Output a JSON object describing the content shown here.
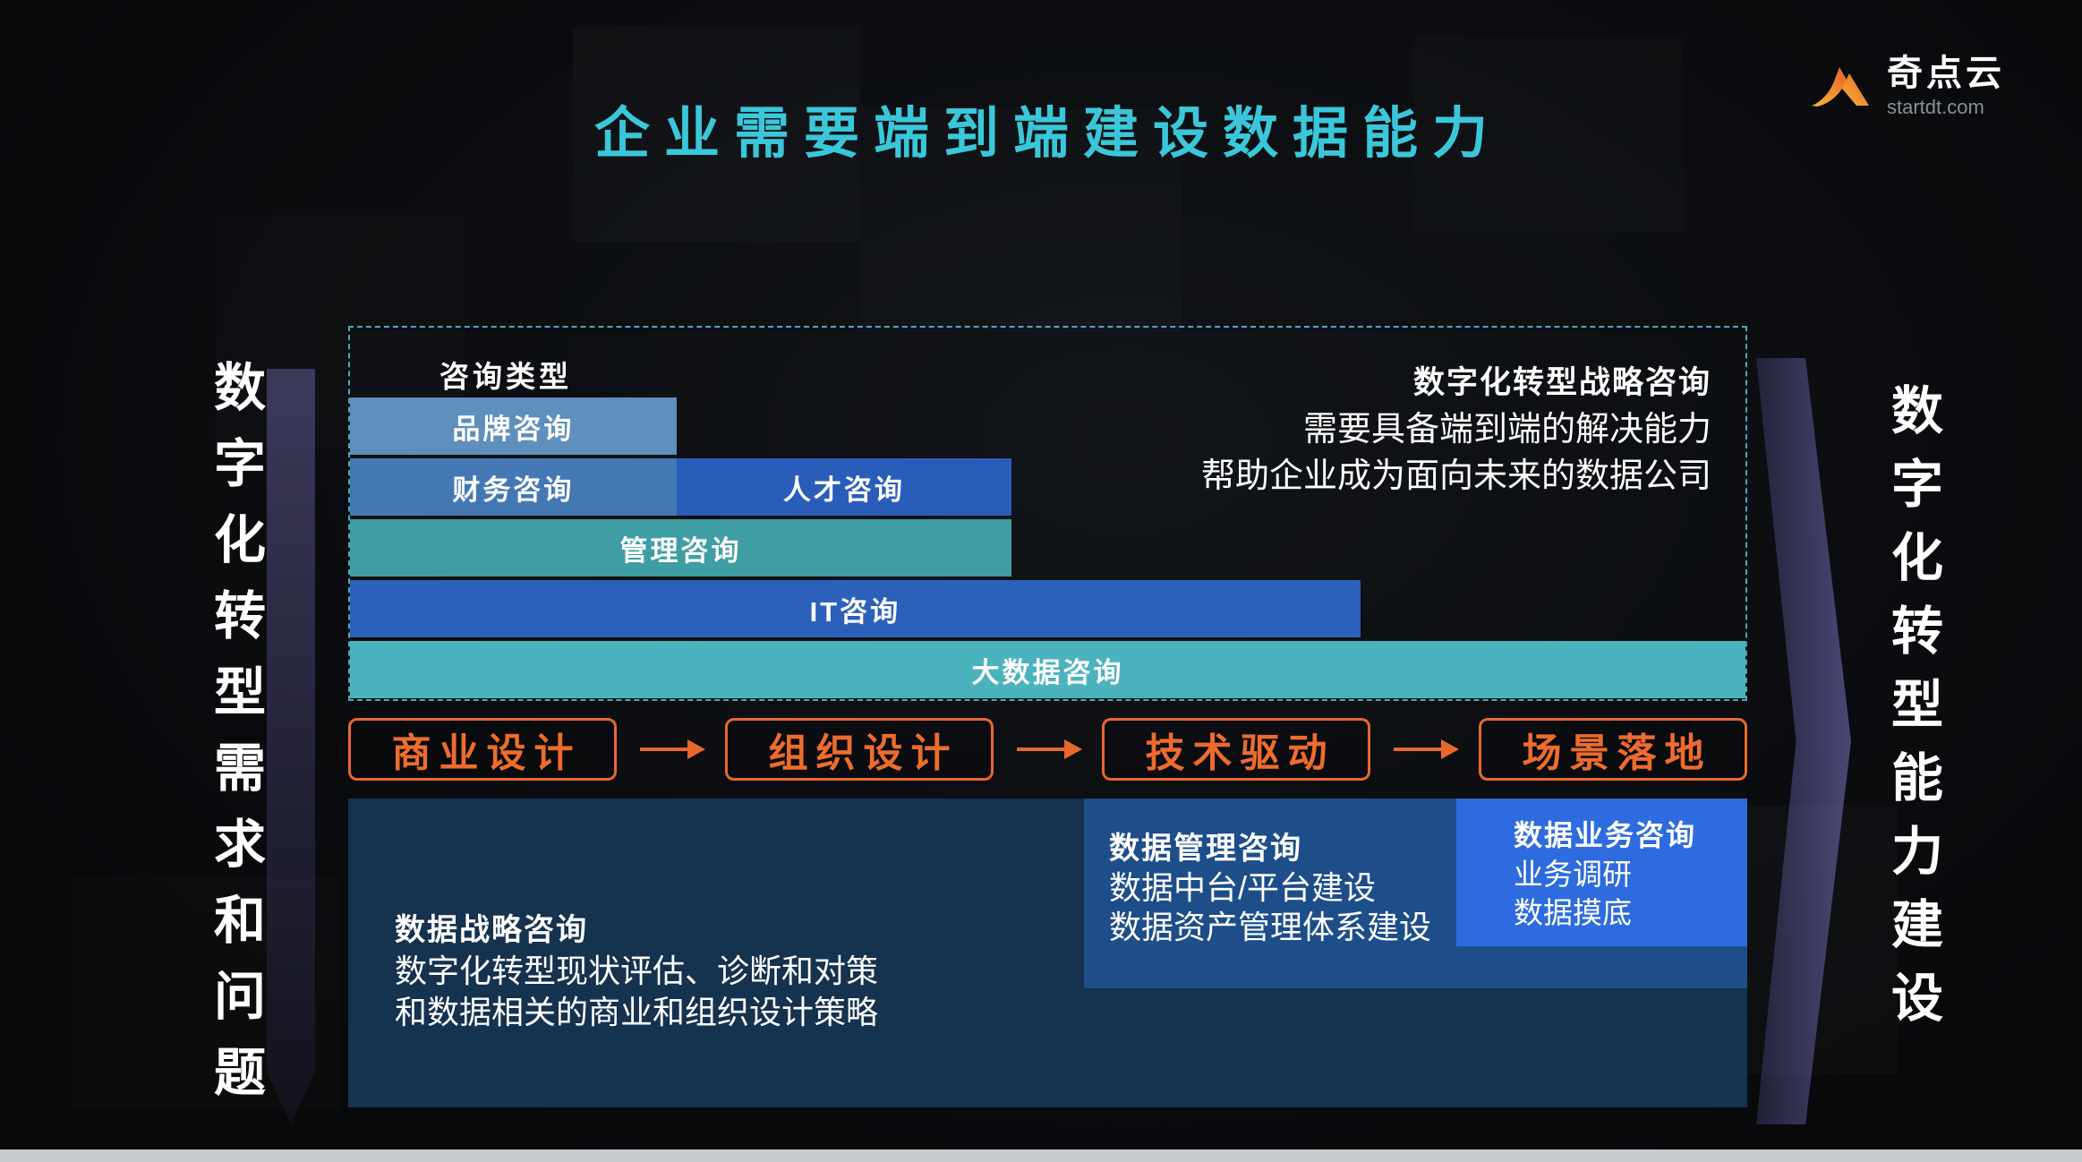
{
  "header": {
    "title": "企业需要端到端建设数据能力"
  },
  "logo": {
    "name": "奇点云",
    "domain": "startdt.com"
  },
  "banners": {
    "left": "数字化转型需求和问题",
    "right": "数字化转型能力建设"
  },
  "consulting": {
    "label": "咨询类型",
    "rows": [
      {
        "bars": [
          {
            "label": "品牌咨询",
            "style": "width:23.4%;background:#5F8FBC"
          }
        ]
      },
      {
        "bars": [
          {
            "label": "财务咨询",
            "style": "width:23.4%;background:#4378B4"
          },
          {
            "label": "人才咨询",
            "style": "width:24.0%;background:#2A5CB9"
          }
        ]
      },
      {
        "bars": [
          {
            "label": "管理咨询",
            "style": "width:47.4%;background:#3E9EA3"
          }
        ]
      },
      {
        "bars": [
          {
            "label": "IT咨询",
            "style": "width:72.4%;background:#2B61BB"
          }
        ]
      },
      {
        "bars": [
          {
            "label": "大数据咨询",
            "style": "width:100%;background:#4BB3BE"
          }
        ]
      }
    ],
    "note": {
      "title": "数字化转型战略咨询",
      "line1": "需要具备端到端的解决能力",
      "line2": "帮助企业成为面向未来的数据公司"
    }
  },
  "steps": {
    "items": [
      {
        "label": "商业设计"
      },
      {
        "label": "组织设计"
      },
      {
        "label": "技术驱动"
      },
      {
        "label": "场景落地"
      }
    ]
  },
  "bottom": {
    "strategy": {
      "title": "数据战略咨询",
      "line1": "数字化转型现状评估、诊断和对策",
      "line2": "和数据相关的商业和组织设计策略"
    },
    "management": {
      "title": "数据管理咨询",
      "line1": "数据中台/平台建设",
      "line2": "数据资产管理体系建设"
    },
    "business": {
      "title": "数据业务咨询",
      "line1": "业务调研",
      "line2": "数据摸底"
    }
  },
  "colors": {
    "title_cyan": "#3AC7DA",
    "accent_orange": "#E8682C",
    "panel_navy": "#15324E",
    "management_blue": "#1D4E8A",
    "business_blue": "#2D6BDE",
    "bar_brand": "#5F8FBC",
    "bar_finance": "#4378B4",
    "bar_talent": "#2A5CB9",
    "bar_management": "#3E9EA3",
    "bar_it": "#2B61BB",
    "bar_bigdata": "#4BB3BE",
    "dashed_border": "#52C7D6"
  }
}
